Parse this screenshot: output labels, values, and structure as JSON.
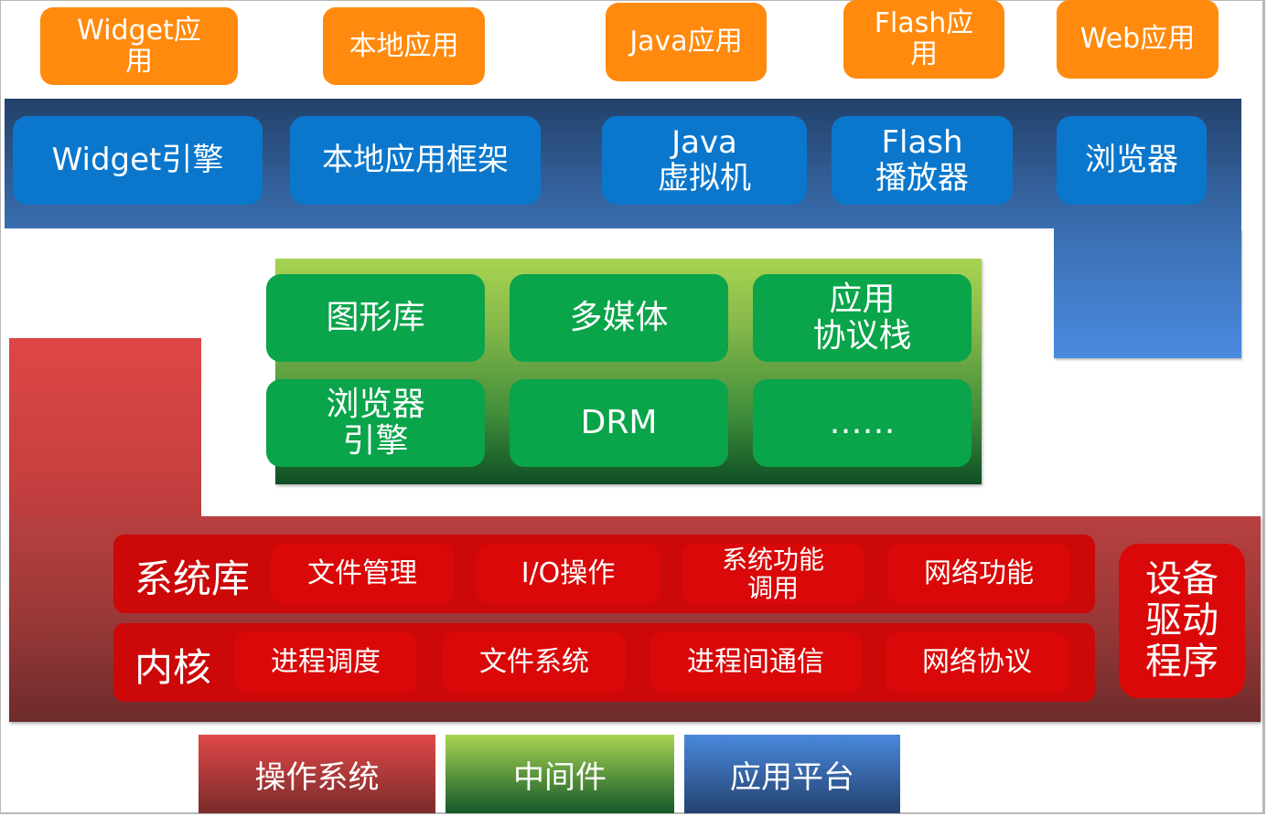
{
  "colors": {
    "application": "#ff8a0d",
    "application_platform": "#0a77cc",
    "middleware": "#0aa44a",
    "operating_system": "#cc0808"
  },
  "applications": [
    {
      "label": "Widget应\n用"
    },
    {
      "label": "本地应用"
    },
    {
      "label": "Java应用"
    },
    {
      "label": "Flash应\n用"
    },
    {
      "label": "Web应用"
    }
  ],
  "application_platform": {
    "items": [
      {
        "label": "Widget引擎"
      },
      {
        "label": "本地应用框架"
      },
      {
        "label": "Java\n虚拟机"
      },
      {
        "label": "Flash\n播放器"
      },
      {
        "label": "浏览器"
      }
    ]
  },
  "middleware": {
    "items": [
      {
        "label": "图形库"
      },
      {
        "label": "多媒体"
      },
      {
        "label": "应用\n协议栈"
      },
      {
        "label": "浏览器\n引擎"
      },
      {
        "label": "DRM"
      },
      {
        "label": "……"
      }
    ]
  },
  "operating_system": {
    "system_library": {
      "label": "系统库",
      "items": [
        {
          "label": "文件管理"
        },
        {
          "label": "I/O操作"
        },
        {
          "label": "系统功能\n调用"
        },
        {
          "label": "网络功能"
        }
      ]
    },
    "kernel": {
      "label": "内核",
      "items": [
        {
          "label": "进程调度"
        },
        {
          "label": "文件系统"
        },
        {
          "label": "进程间通信"
        },
        {
          "label": "网络协议"
        }
      ]
    },
    "device_drivers": {
      "label": "设备\n驱动\n程序"
    }
  },
  "legend": [
    {
      "label": "操作系统"
    },
    {
      "label": "中间件"
    },
    {
      "label": "应用平台"
    }
  ]
}
